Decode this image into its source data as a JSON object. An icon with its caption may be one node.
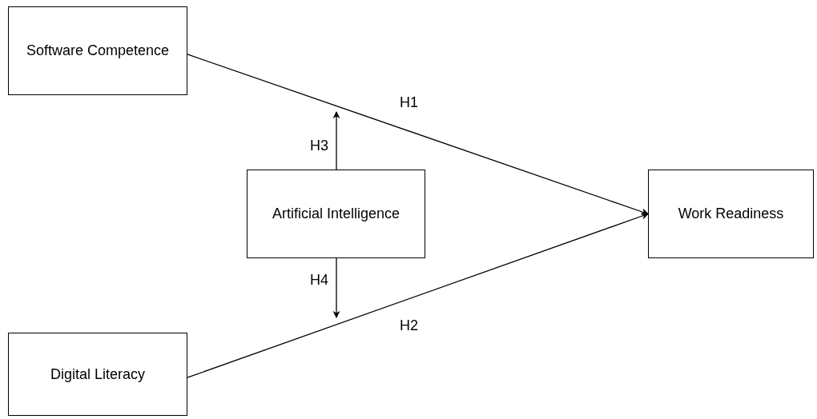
{
  "diagram": {
    "nodes": [
      {
        "text": [
          "Software Competence"
        ]
      },
      {
        "text": [
          "Artificial Intelligence"
        ]
      },
      {
        "text": [
          "Work Readiness"
        ]
      },
      {
        "text": [
          "Digital Literacy"
        ]
      }
    ],
    "edges": [
      {
        "from": 0,
        "to": 2,
        "arrow": "to",
        "label": "H1"
      },
      {
        "from": 3,
        "to": 2,
        "arrow": "to",
        "label": "H2"
      },
      {
        "from": 1,
        "to": null,
        "arrow": "to",
        "label": "H3"
      },
      {
        "from": 1,
        "to": null,
        "arrow": "to",
        "label": "H4"
      }
    ]
  }
}
